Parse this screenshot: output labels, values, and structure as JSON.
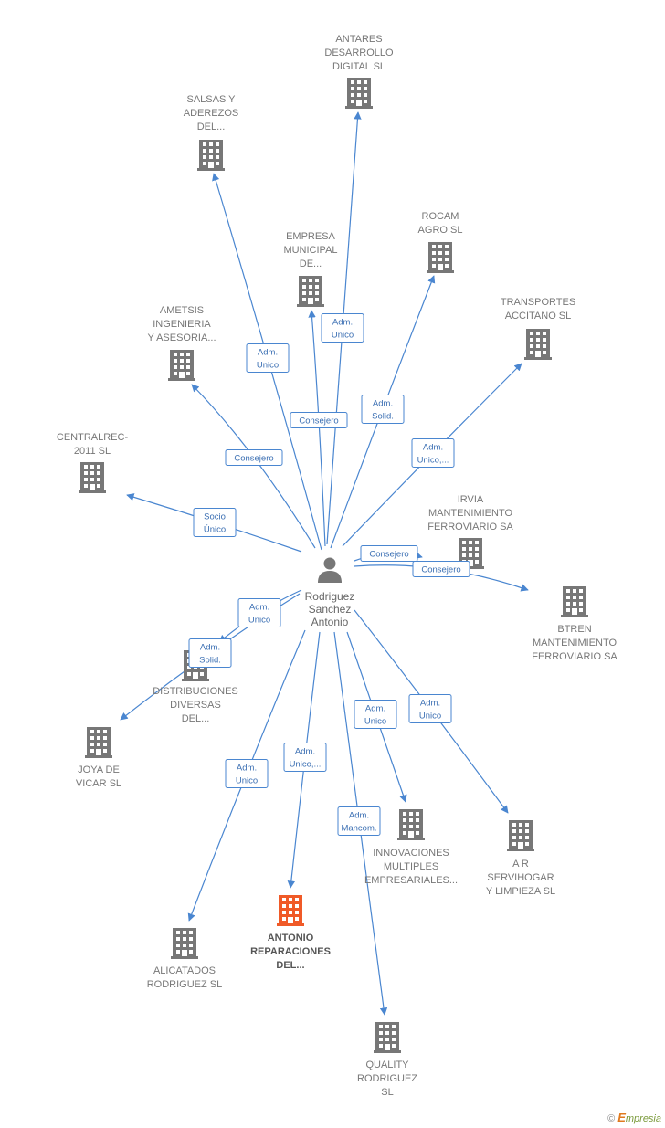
{
  "colors": {
    "building": "#777777",
    "building_highlight": "#f05a28",
    "edge": "#4a86d0",
    "badge_text": "#3b6fb3"
  },
  "center": {
    "lines": [
      "Rodriguez",
      "Sanchez",
      "Antonio"
    ],
    "icon": "person-icon"
  },
  "companies": [
    {
      "id": "antares",
      "lines": [
        "ANTARES",
        "DESARROLLO",
        "DIGITAL  SL"
      ]
    },
    {
      "id": "salsas",
      "lines": [
        "SALSAS Y",
        "ADEREZOS",
        "DEL..."
      ]
    },
    {
      "id": "empresa",
      "lines": [
        "EMPRESA",
        "MUNICIPAL",
        "DE..."
      ]
    },
    {
      "id": "rocam",
      "lines": [
        "ROCAM",
        "AGRO  SL"
      ]
    },
    {
      "id": "transportes",
      "lines": [
        "TRANSPORTES",
        "ACCITANO  SL"
      ]
    },
    {
      "id": "ametsis",
      "lines": [
        "AMETSIS",
        "INGENIERIA",
        "Y ASESORIA..."
      ]
    },
    {
      "id": "centralrec",
      "lines": [
        "CENTRALREC-",
        "2011 SL"
      ]
    },
    {
      "id": "irvia",
      "lines": [
        "IRVIA",
        "MANTENIMIENTO",
        "FERROVIARIO SA"
      ]
    },
    {
      "id": "btren",
      "lines": [
        "BTREN",
        "MANTENIMIENTO",
        "FERROVIARIO SA"
      ]
    },
    {
      "id": "distribuciones",
      "lines": [
        "DISTRIBUCIONES",
        "DIVERSAS",
        "DEL..."
      ]
    },
    {
      "id": "joya",
      "lines": [
        "JOYA DE",
        "VICAR SL"
      ]
    },
    {
      "id": "innovaciones",
      "lines": [
        "INNOVACIONES",
        "MULTIPLES",
        "EMPRESARIALES..."
      ]
    },
    {
      "id": "ar",
      "lines": [
        "A R",
        "SERVIHOGAR",
        "Y LIMPIEZA SL"
      ]
    },
    {
      "id": "alicatados",
      "lines": [
        "ALICATADOS",
        "RODRIGUEZ SL"
      ]
    },
    {
      "id": "antonio",
      "lines": [
        "ANTONIO",
        "REPARACIONES",
        "DEL..."
      ],
      "highlight": true
    },
    {
      "id": "quality",
      "lines": [
        "QUALITY",
        "RODRIGUEZ",
        "SL"
      ]
    }
  ],
  "edges": [
    {
      "to": "antares",
      "badge": [
        "Adm.",
        "Unico"
      ]
    },
    {
      "to": "salsas",
      "badge": [
        "Adm.",
        "Unico"
      ]
    },
    {
      "to": "empresa",
      "badge": [
        "Consejero"
      ]
    },
    {
      "to": "rocam",
      "badge": [
        "Adm.",
        "Solid."
      ]
    },
    {
      "to": "transportes",
      "badge": [
        "Adm.",
        "Unico,..."
      ]
    },
    {
      "to": "ametsis",
      "badge": [
        "Consejero"
      ]
    },
    {
      "to": "centralrec",
      "badge": [
        "Socio",
        "Único"
      ]
    },
    {
      "to": "irvia",
      "badge": [
        "Consejero"
      ]
    },
    {
      "to": "btren",
      "badge": [
        "Consejero"
      ]
    },
    {
      "to": "distribuciones",
      "badge": [
        "Adm.",
        "Unico"
      ]
    },
    {
      "to": "joya",
      "badge": [
        "Adm.",
        "Solid."
      ]
    },
    {
      "to": "innovaciones",
      "badge": [
        "Adm.",
        "Unico"
      ]
    },
    {
      "to": "ar",
      "badge": [
        "Adm.",
        "Unico"
      ]
    },
    {
      "to": "alicatados",
      "badge": [
        "Adm.",
        "Unico"
      ]
    },
    {
      "to": "antonio",
      "badge": [
        "Adm.",
        "Unico,..."
      ]
    },
    {
      "to": "quality",
      "badge": [
        "Adm.",
        "Mancom."
      ]
    }
  ],
  "watermark": {
    "symbol": "©",
    "brand_initial": "E",
    "brand_rest": "mpresia"
  }
}
